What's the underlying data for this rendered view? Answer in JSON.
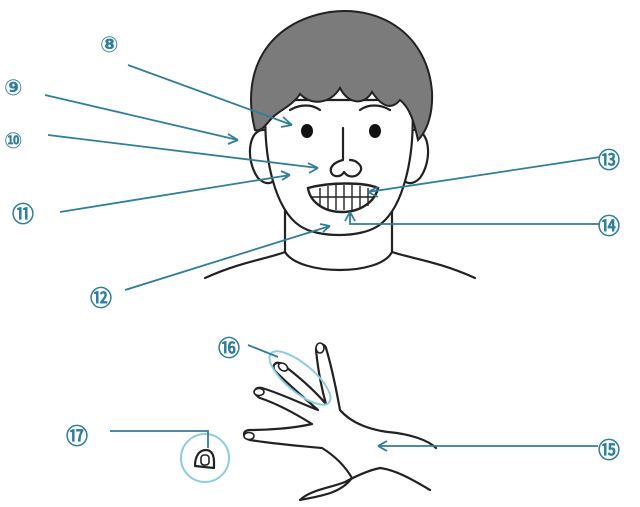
{
  "colors": {
    "callout": "#2f7f9c",
    "hair": "#7b7b7b",
    "ink": "#222222",
    "highlight_ring": "#8ecde0"
  },
  "callouts": {
    "c8": "⑧",
    "c9": "⑨",
    "c10": "⑩",
    "c11": "⑪",
    "c12": "⑫",
    "c13": "⑬",
    "c14": "⑭",
    "c15": "⑮",
    "c16": "⑯",
    "c17": "⑰"
  }
}
